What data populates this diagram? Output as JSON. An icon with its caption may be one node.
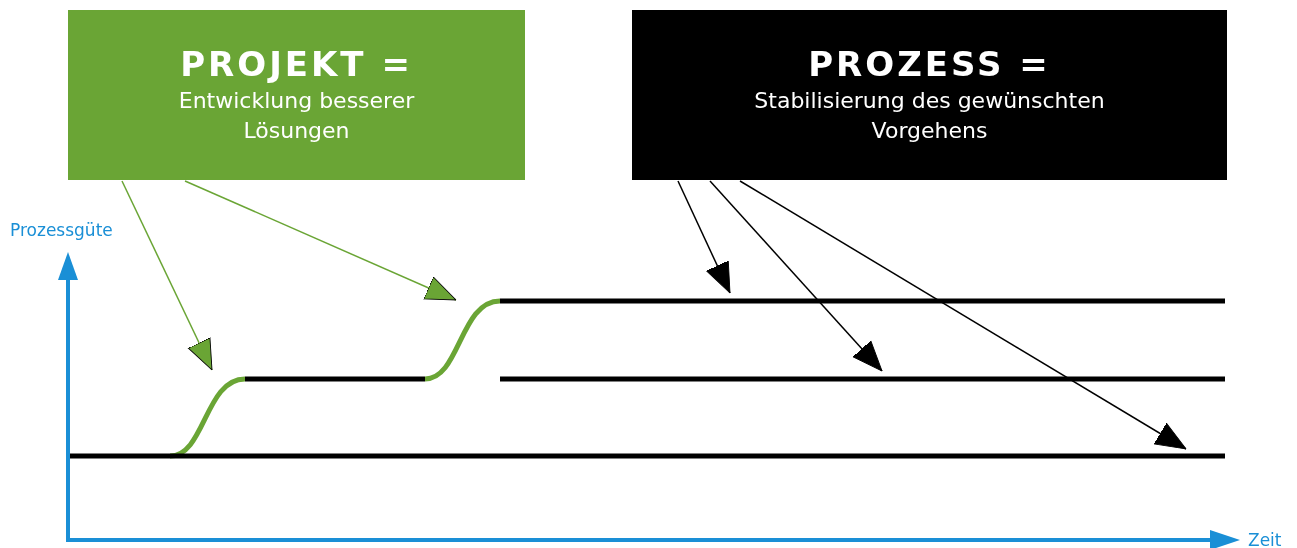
{
  "diagram": {
    "nodes": [
      {
        "text": [
          "PROJEKT =",
          "Entwicklung besserer Lösungen"
        ]
      },
      {
        "text": [
          "PROZESS =",
          "Stabilisierung des gewünschten Vorgehens"
        ]
      },
      {
        "text": [],
        "shape": "curve"
      },
      {
        "text": [],
        "shape": "line"
      },
      {
        "text": [],
        "shape": "curve"
      },
      {
        "text": [],
        "shape": "line"
      },
      {
        "text": [],
        "shape": "line"
      },
      {
        "text": [],
        "shape": "line"
      }
    ],
    "edges": [
      {
        "from": 0,
        "to": 2,
        "arrow": "to",
        "color": "#6aa535"
      },
      {
        "from": 0,
        "to": 4,
        "arrow": "to",
        "color": "#6aa535"
      },
      {
        "from": 1,
        "to": 5,
        "arrow": "to"
      },
      {
        "from": 1,
        "to": 6,
        "arrow": "to"
      },
      {
        "from": 1,
        "to": 7,
        "arrow": "to"
      }
    ],
    "labels": [
      "Prozessgüte",
      "Zeit"
    ]
  }
}
